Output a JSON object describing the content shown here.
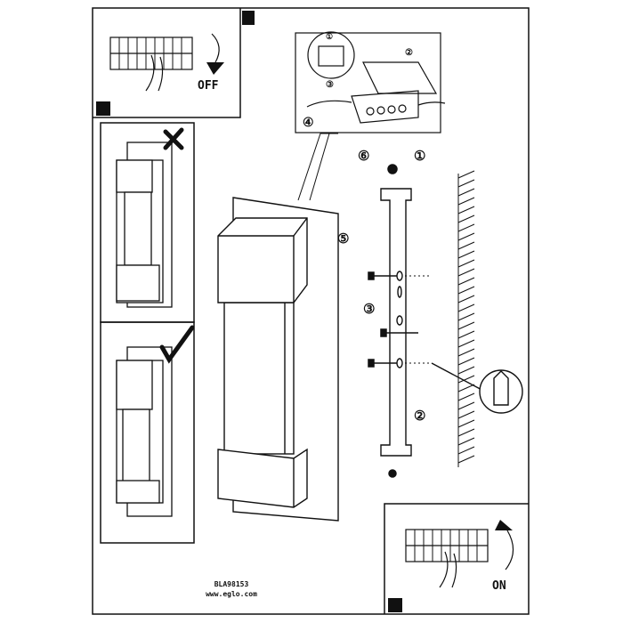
{
  "document": {
    "model_code": "BLA98153",
    "website": "www.eglo.com"
  },
  "panels": {
    "power_off_label": "OFF",
    "power_on_label": "ON",
    "wrong_mark_icon": "cross-icon",
    "right_mark_icon": "check-icon"
  },
  "steps": [
    "①",
    "②",
    "③",
    "④",
    "⑤",
    "⑥"
  ],
  "wiring_detail": {
    "labels": [
      "①",
      "②",
      "③",
      "④"
    ]
  }
}
